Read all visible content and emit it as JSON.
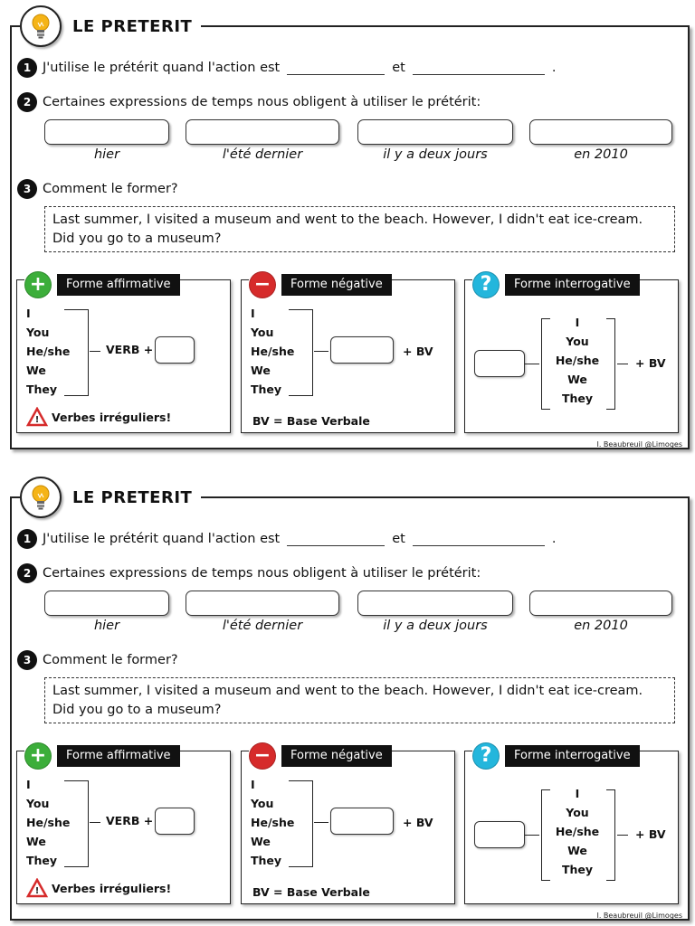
{
  "sheets": [
    {
      "title": "LE PRETERIT",
      "q1": {
        "num": "1",
        "text_before": "J'utilise le prétérit quand l'action est",
        "connector": "et",
        "end": "."
      },
      "q2": {
        "num": "2",
        "text": "Certaines expressions de temps nous obligent à utiliser le prétérit:"
      },
      "expressions": [
        "hier",
        "l'été dernier",
        "il y a deux jours",
        "en 2010"
      ],
      "q3": {
        "num": "3",
        "text": "Comment le former?"
      },
      "example": [
        "Last summer, I visited a museum and went to the beach. However, I didn't eat ice-cream.",
        "Did you go to a museum?"
      ],
      "panels": {
        "affirmative": {
          "icon": "+",
          "label": "Forme affirmative",
          "pronouns": [
            "I",
            "You",
            "He/she",
            "We",
            "They"
          ],
          "verb_text": "VERB +",
          "warning": "Verbes irréguliers!"
        },
        "negative": {
          "icon": "−",
          "label": "Forme négative",
          "pronouns": [
            "I",
            "You",
            "He/she",
            "We",
            "They"
          ],
          "bv_text": "+ BV",
          "footer": "BV = Base Verbale"
        },
        "interrogative": {
          "icon": "?",
          "label": "Forme interrogative",
          "pronouns": [
            "I",
            "You",
            "He/she",
            "We",
            "They"
          ],
          "bv_text": "+ BV"
        }
      },
      "credit": "I. Beaubreuil @Limoges"
    },
    {
      "title": "LE PRETERIT",
      "q1": {
        "num": "1",
        "text_before": "J'utilise le prétérit quand l'action est",
        "connector": "et",
        "end": "."
      },
      "q2": {
        "num": "2",
        "text": "Certaines expressions de temps nous obligent à utiliser le prétérit:"
      },
      "expressions": [
        "hier",
        "l'été dernier",
        "il y a deux jours",
        "en 2010"
      ],
      "q3": {
        "num": "3",
        "text": "Comment le former?"
      },
      "example": [
        "Last summer, I visited a museum and went to the beach. However, I didn't eat ice-cream.",
        "Did you go to a museum?"
      ],
      "panels": {
        "affirmative": {
          "icon": "+",
          "label": "Forme affirmative",
          "pronouns": [
            "I",
            "You",
            "He/she",
            "We",
            "They"
          ],
          "verb_text": "VERB +",
          "warning": "Verbes irréguliers!"
        },
        "negative": {
          "icon": "−",
          "label": "Forme négative",
          "pronouns": [
            "I",
            "You",
            "He/she",
            "We",
            "They"
          ],
          "bv_text": "+ BV",
          "footer": "BV = Base Verbale"
        },
        "interrogative": {
          "icon": "?",
          "label": "Forme interrogative",
          "pronouns": [
            "I",
            "You",
            "He/she",
            "We",
            "They"
          ],
          "bv_text": "+ BV"
        }
      },
      "credit": "I. Beaubreuil @Limoges"
    }
  ],
  "colors": {
    "affirmative": "#3cae3a",
    "negative": "#d62b2b",
    "interrogative": "#23b6dc",
    "bulb": "#f5b417"
  }
}
